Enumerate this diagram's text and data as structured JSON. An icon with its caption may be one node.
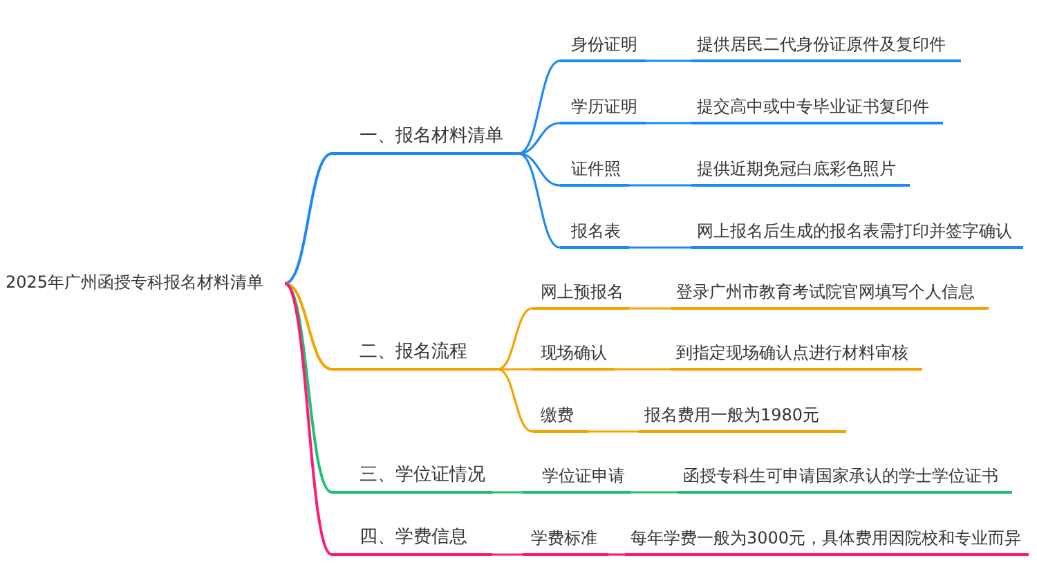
{
  "diagram": {
    "nodes": [
      {
        "text": [
          "2025年广州函授专科报名材料清单"
        ]
      },
      {
        "text": [
          "一、报名材料清单"
        ]
      },
      {
        "text": [
          "身份证明"
        ]
      },
      {
        "text": [
          "提供居民二代身份证原件及复印件"
        ]
      },
      {
        "text": [
          "学历证明"
        ]
      },
      {
        "text": [
          "提交高中或中专毕业证书复印件"
        ]
      },
      {
        "text": [
          "证件照"
        ]
      },
      {
        "text": [
          "提供近期免冠白底彩色照片"
        ]
      },
      {
        "text": [
          "报名表"
        ]
      },
      {
        "text": [
          "网上报名后生成的报名表需打印并签字确认"
        ]
      },
      {
        "text": [
          "二、报名流程"
        ]
      },
      {
        "text": [
          "网上预报名"
        ]
      },
      {
        "text": [
          "登录广州市教育考试院官网填写个人信息"
        ]
      },
      {
        "text": [
          "现场确认"
        ]
      },
      {
        "text": [
          "到指定现场确认点进行材料审核"
        ]
      },
      {
        "text": [
          "缴费"
        ]
      },
      {
        "text": [
          "报名费用一般为1980元"
        ]
      },
      {
        "text": [
          "三、学位证情况"
        ]
      },
      {
        "text": [
          "学位证申请"
        ]
      },
      {
        "text": [
          "函授专科生可申请国家承认的学士学位证书"
        ]
      },
      {
        "text": [
          "四、学费信息"
        ]
      },
      {
        "text": [
          "学费标准"
        ]
      },
      {
        "text": [
          "每年学费一般为3000元，具体费用因院校和专业而异"
        ]
      }
    ],
    "edges": [
      {
        "from": 0,
        "to": 1,
        "arrow": "none"
      },
      {
        "from": 1,
        "to": 2,
        "arrow": "none"
      },
      {
        "from": 2,
        "to": 3,
        "arrow": "none"
      },
      {
        "from": 1,
        "to": 4,
        "arrow": "none"
      },
      {
        "from": 4,
        "to": 5,
        "arrow": "none"
      },
      {
        "from": 1,
        "to": 6,
        "arrow": "none"
      },
      {
        "from": 6,
        "to": 7,
        "arrow": "none"
      },
      {
        "from": 1,
        "to": 8,
        "arrow": "none"
      },
      {
        "from": 8,
        "to": 9,
        "arrow": "none"
      },
      {
        "from": 0,
        "to": 10,
        "arrow": "none",
        "color": "#f5a300"
      },
      {
        "from": 10,
        "to": 11,
        "arrow": "none",
        "color": "#f5a300"
      },
      {
        "from": 11,
        "to": 12,
        "arrow": "none",
        "color": "#f5a300"
      },
      {
        "from": 10,
        "to": 13,
        "arrow": "none",
        "color": "#f5a300"
      },
      {
        "from": 13,
        "to": 14,
        "arrow": "none",
        "color": "#f5a300"
      },
      {
        "from": 10,
        "to": 15,
        "arrow": "none",
        "color": "#f5a300"
      },
      {
        "from": 15,
        "to": 16,
        "arrow": "none",
        "color": "#f5a300"
      },
      {
        "from": 0,
        "to": 17,
        "arrow": "none",
        "color": "#1ec070"
      },
      {
        "from": 17,
        "to": 18,
        "arrow": "none",
        "color": "#1ec070"
      },
      {
        "from": 18,
        "to": 19,
        "arrow": "none",
        "color": "#1ec070"
      },
      {
        "from": 0,
        "to": 20,
        "arrow": "none",
        "color": "#ff1a75"
      },
      {
        "from": 20,
        "to": 21,
        "arrow": "none",
        "color": "#ff1a75"
      },
      {
        "from": 21,
        "to": 22,
        "arrow": "none",
        "color": "#ff1a75"
      }
    ]
  }
}
